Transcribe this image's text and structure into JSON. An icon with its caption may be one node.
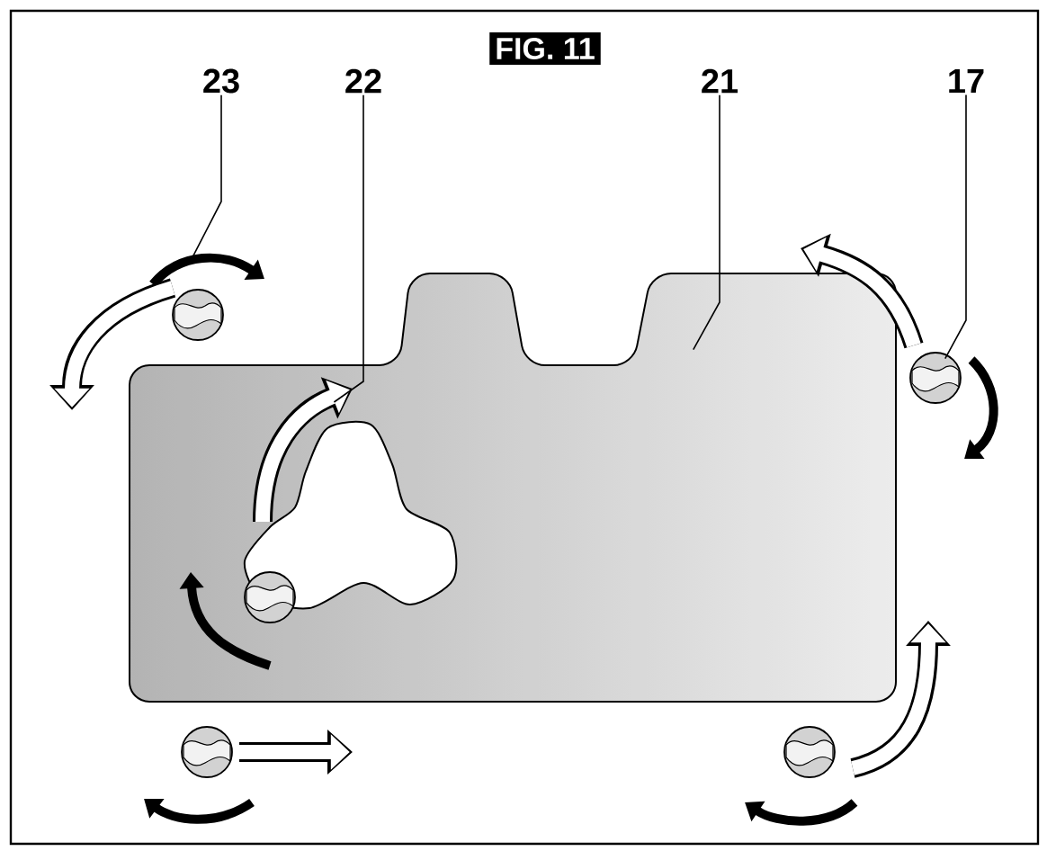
{
  "diagram": {
    "title": "FIG. 11",
    "nodes": [
      {
        "text": [
          "23"
        ]
      },
      {
        "text": [
          "22"
        ]
      },
      {
        "text": [
          "21"
        ]
      },
      {
        "text": [
          "17"
        ]
      },
      {
        "text": [],
        "shape": "arrow"
      },
      {
        "text": [],
        "shape": "arrow",
        "in": 6
      },
      {
        "text": [],
        "shape": "plate"
      },
      {
        "text": [],
        "shape": "circle"
      }
    ],
    "edges": [
      {
        "from": 0,
        "to": 4,
        "arrow": "none"
      },
      {
        "from": 1,
        "to": 5,
        "arrow": "none"
      },
      {
        "from": 2,
        "to": 6,
        "arrow": "none"
      },
      {
        "from": 3,
        "to": 7,
        "arrow": "none"
      }
    ]
  }
}
